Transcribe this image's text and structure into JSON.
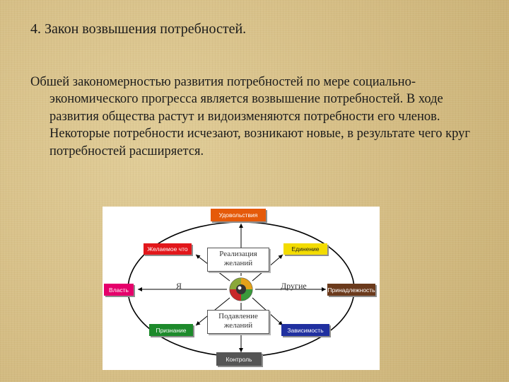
{
  "title": "4. Закон возвышения потребностей.",
  "body": "Обшей закономерностью развития потребностей по мере социально-экономического прогресса является возвышение потребностей. В ходе развития общества растут и видоизменяются потребности его членов. Некоторые потребности исчезают, возникают новые, в результате чего круг потребностей расширяется.",
  "diagram": {
    "boxes": {
      "top": {
        "label": "Удовольствия",
        "color": "#e55a0a"
      },
      "upper_left": {
        "label": "Желаемое что",
        "color": "#e2171b"
      },
      "upper_right": {
        "label": "Единение",
        "color": "#f3dc00"
      },
      "left": {
        "label": "Власть",
        "color": "#e5006b"
      },
      "right": {
        "label": "Принадлежность",
        "color": "#6b3a1c"
      },
      "lower_left": {
        "label": "Признание",
        "color": "#1d8a2b"
      },
      "lower_right": {
        "label": "Зависимость",
        "color": "#2030a0"
      },
      "bottom": {
        "label": "Контроль",
        "color": "#555555"
      }
    },
    "inner_top": "Реализация желаний",
    "inner_bottom": "Подавление желаний",
    "left_axis": "Я",
    "right_axis": "Другие",
    "ring_color": "#000000",
    "center_icon": "compass-icon"
  }
}
